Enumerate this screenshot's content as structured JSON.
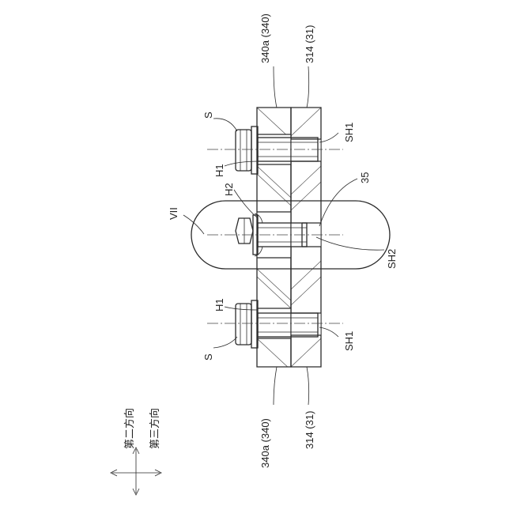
{
  "labels": {
    "top_plate_label": "340a (340)",
    "top_base_label": "314 (31)",
    "bottom_plate_label": "340a (340)",
    "bottom_base_label": "314 (31)",
    "screw_top": "S",
    "screw_bottom": "S",
    "hole_h1_top": "H1",
    "hole_h1_bottom": "H1",
    "hole_h2": "H2",
    "sh1_top": "SH1",
    "sh1_bottom": "SH1",
    "sh2": "SH2",
    "ref_35": "35",
    "detail_view": "VII",
    "direction_second": "第二方向",
    "direction_third": "第三方向"
  }
}
